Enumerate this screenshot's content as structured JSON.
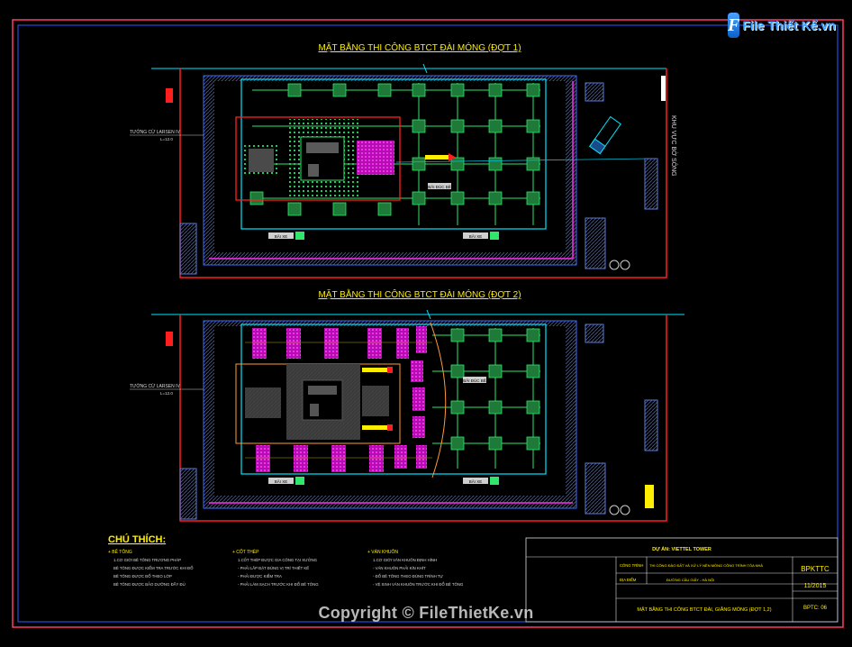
{
  "plan1": {
    "title": "MẶT BẰNG THI CÔNG BTCT ĐÀI MÓNG (ĐỢT 1)",
    "sheet_wall_label": "TƯỜNG CỪ LARSEN IV",
    "sheet_wall_sub": "L=12.0",
    "river_label": "KHU VỰC BỜ SÔNG",
    "tag_a": "BÃI ĐÚC BÊ",
    "tag_b": "BÃI XE",
    "tag_c": "BÃI XE"
  },
  "plan2": {
    "title": "MẶT BẰNG THI CÔNG BTCT ĐÀI MÓNG (ĐỢT 2)",
    "sheet_wall_label": "TƯỜNG CỪ LARSEN IV",
    "sheet_wall_sub": "L=12.0",
    "tag_a": "BÃI ĐÚC BÊ",
    "tag_b": "BÃI XE",
    "tag_c": "BÃI XE"
  },
  "legend": {
    "heading": "CHÚ THÍCH:",
    "col1": {
      "title": "+ BÊ TÔNG",
      "items": [
        "1.CƠ GIỚI BÊ TÔNG TRƯƠNG PHÁP",
        "BÊ TÔNG ĐƯỢC KIỂM TRA TRƯỚC KHI ĐỔ",
        "BÊ TÔNG ĐƯỢC ĐỔ THEO LỚP",
        "BÊ TÔNG ĐƯỢC BẢO DƯỠNG ĐẦY ĐỦ"
      ]
    },
    "col2": {
      "title": "+ CỐT THÉP",
      "items": [
        "1.CỐT THÉP ĐƯỢC GIA CÔNG TẠI XƯỞNG",
        "- PHẢI LẮP ĐẶT ĐÚNG VỊ TRÍ THIẾT KẾ",
        "- PHẢI ĐƯỢC KIỂM TRA",
        "- PHẢI LÀM SẠCH TRƯỚC KHI ĐỔ BÊ TÔNG"
      ]
    },
    "col3": {
      "title": "+ VÁN KHUÔN",
      "items": [
        "1.CƠ GIỚI VÁN KHUÔN ĐỊNH HÌNH",
        "- VÁN KHUÔN PHẢI KÍN KHÍT",
        "- ĐỔ BÊ TÔNG THEO ĐÚNG TRÌNH TỰ",
        "- VỆ SINH VÁN KHUÔN TRƯỚC KHI ĐỔ BÊ TÔNG"
      ]
    }
  },
  "title_block": {
    "project_label": "DỰ ÁN: VIETTEL TOWER",
    "row1_label": "CÔNG TRÌNH",
    "row1_value": "THI CÔNG ĐÀO ĐẤT VÀ XỬ LÝ NỀN MÓNG CÔNG TRÌNH TÒA NHÀ",
    "row2_label": "ĐỊA ĐIỂM",
    "row2_value": "ĐƯỜNG CẦU GIẤY - HÀ NỘI",
    "drawing_name": "MẶT BẰNG THI CÔNG BTCT ĐÀI, GIẰNG MÓNG (ĐỢT 1,2)",
    "code": "BPKTTC",
    "date": "11/2015",
    "sheet": "BPTC: 06"
  },
  "watermark": {
    "logo_letter": "F",
    "logo_text": "File Thiết Kế.vn",
    "copyright": "Copyright © FileThietKe.vn"
  },
  "colors": {
    "frame_outer": "#ff3a6a",
    "frame_inner": "#2d5bff",
    "cyan": "#00e5ff",
    "green": "#2ee86a",
    "magenta": "#ff2cf0",
    "yellow": "#ffee00",
    "red": "#ff1e1e"
  }
}
